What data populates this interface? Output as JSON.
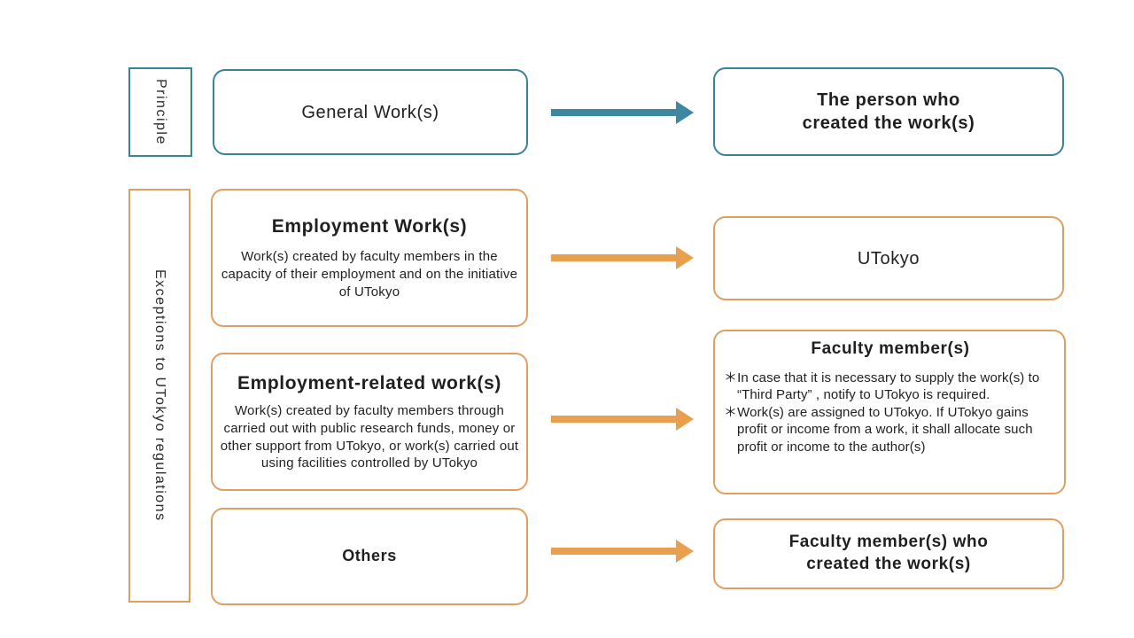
{
  "palette": {
    "teal": "#3a8396",
    "orange": "#dfa05f",
    "arrow-teal": "#3e87a0",
    "arrow-orange": "#e8a04e",
    "ink": "#1f1f1f"
  },
  "sections": {
    "principle": {
      "label": "Principle"
    },
    "exceptions": {
      "label": "Exceptions  to  UTokyo  regulations"
    }
  },
  "rows": [
    {
      "id": "general",
      "source": {
        "title": "General  Work(s)"
      },
      "target": {
        "title": "The person who\ncreated the work(s)"
      }
    },
    {
      "id": "employment",
      "source": {
        "title": "Employment Work(s)",
        "body": "Work(s) created by faculty members in the capacity of their employment and on the initiative of UTokyo"
      },
      "target": {
        "title": "UTokyo"
      }
    },
    {
      "id": "employment-related",
      "source": {
        "title": "Employment-related work(s)",
        "body": "Work(s) created by faculty members through carried out with public research funds, money or other support from UTokyo, or work(s) carried out using facilities controlled by UTokyo"
      },
      "target": {
        "title": "Faculty member(s)",
        "notes": [
          "＊In case that it is necessary to supply the work(s) to “Third Party” , notify to UTokyo is required.",
          "＊Work(s) are assigned to UTokyo. If UTokyo gains profit or income from a work, it shall allocate such profit or income to the author(s)"
        ]
      }
    },
    {
      "id": "others",
      "source": {
        "title": "Others"
      },
      "target": {
        "title": "Faculty member(s) who\ncreated the work(s)"
      }
    }
  ]
}
